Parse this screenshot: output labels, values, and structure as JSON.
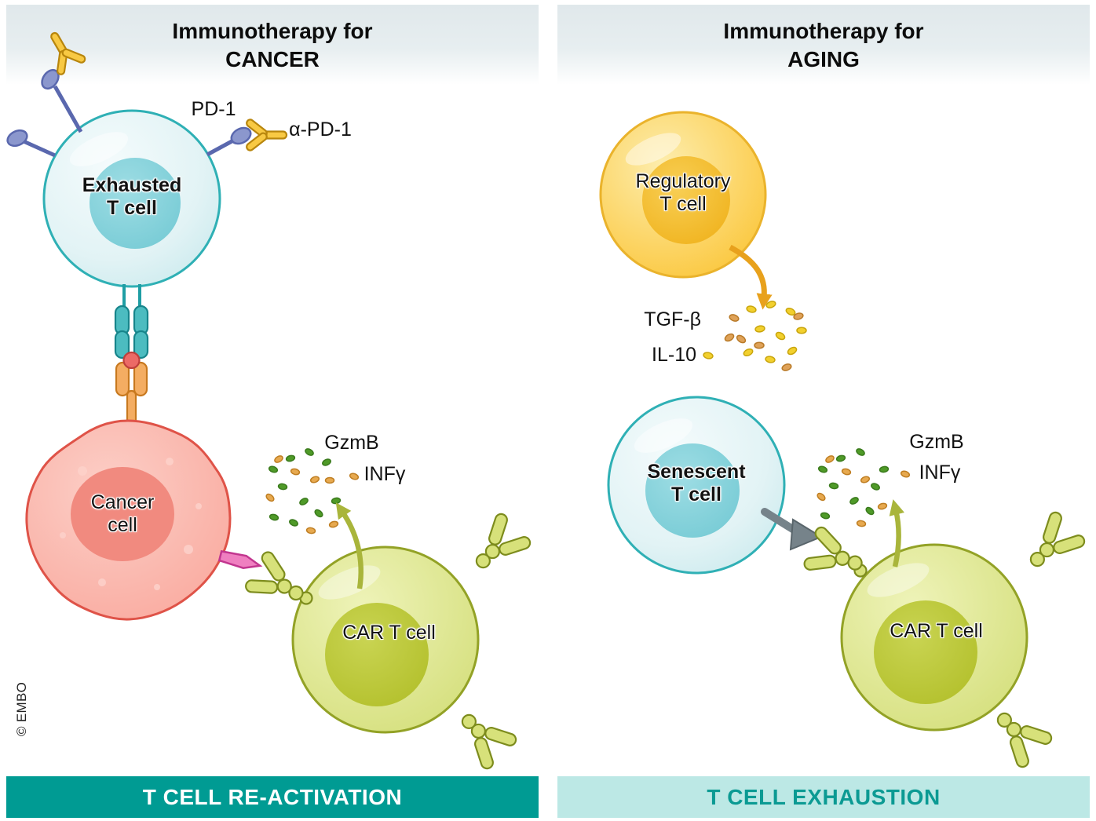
{
  "figure": {
    "credit": "© EMBO"
  },
  "palette": {
    "banner_teal": "#009b93",
    "banner_teal_light": "#bce8e5",
    "banner_text_light": "#ffffff",
    "banner_text_teal": "#0b9a93",
    "t_cell_teal": "#dcf1f3",
    "t_cell_nucleus_teal": "#84d1da",
    "regulatory_yellow": "#fbc840",
    "car_t_green": "#dde68f",
    "cancer_red": "#f9a89d",
    "antibody_yellow": "#f8c943",
    "receptor_blue": "#6272b8",
    "granule_green": "#4f9a28",
    "granule_orange": "#e7a94f",
    "cytokine_yellow": "#f2d02e",
    "antigen_magenta": "#ef7fc0"
  },
  "left_panel": {
    "title_line1": "Immunotherapy for",
    "title_line2": "CANCER",
    "labels": {
      "pd1": "PD-1",
      "alpha_pd1": "α-PD-1",
      "exhausted_line1": "Exhausted",
      "exhausted_line2": "T cell",
      "cancer_line1": "Cancer",
      "cancer_line2": "cell",
      "car_t_cell": "CAR T cell",
      "gzmb": "GzmB",
      "infg": "INFγ"
    },
    "banner": "T CELL RE-ACTIVATION"
  },
  "right_panel": {
    "title_line1": "Immunotherapy for",
    "title_line2": "AGING",
    "labels": {
      "regulatory_line1": "Regulatory",
      "regulatory_line2": "T cell",
      "tgf_beta": "TGF-β",
      "il_10": "IL-10",
      "senescent_line1": "Senescent",
      "senescent_line2": "T cell",
      "car_t_cell": "CAR T cell",
      "gzmb": "GzmB",
      "infg": "INFγ"
    },
    "banner": "T CELL EXHAUSTION"
  }
}
